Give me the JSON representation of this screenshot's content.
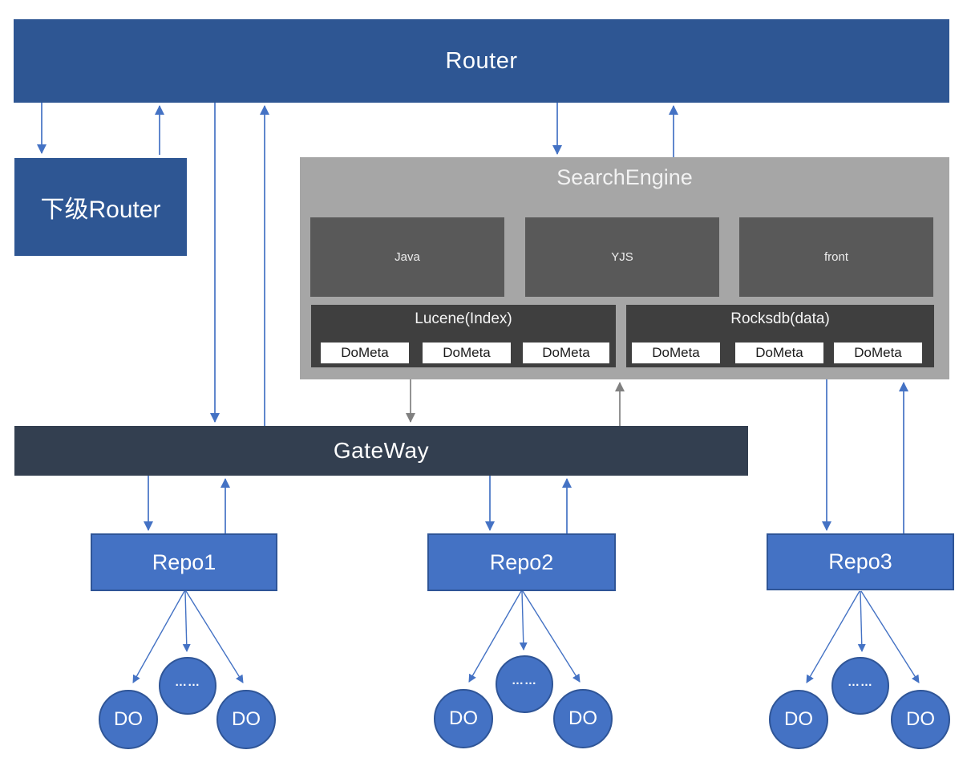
{
  "diagram": {
    "router": {
      "label": "Router"
    },
    "sub_router": {
      "label": "下级Router"
    },
    "search_engine": {
      "title": "SearchEngine",
      "modules": [
        {
          "label": "Java"
        },
        {
          "label": "YJS"
        },
        {
          "label": "front"
        }
      ],
      "stores": [
        {
          "title": "Lucene(Index)",
          "items": [
            "DoMeta",
            "DoMeta",
            "DoMeta"
          ]
        },
        {
          "title": "Rocksdb(data)",
          "items": [
            "DoMeta",
            "DoMeta",
            "DoMeta"
          ]
        }
      ]
    },
    "gateway": {
      "label": "GateWay"
    },
    "repos": [
      {
        "label": "Repo1",
        "nodes": [
          "DO",
          "……",
          "DO"
        ]
      },
      {
        "label": "Repo2",
        "nodes": [
          "DO",
          "……",
          "DO"
        ]
      },
      {
        "label": "Repo3",
        "nodes": [
          "DO",
          "……",
          "DO"
        ]
      }
    ],
    "colors": {
      "router_blue": "#2E5693",
      "repo_blue": "#4472C4",
      "repo_border": "#2F5597",
      "gateway_navy": "#333F50",
      "container_gray": "#A6A6A6",
      "module_gray": "#595959",
      "store_dark": "#3F3F3F",
      "arrow_blue": "#4472C4",
      "arrow_gray": "#808080"
    }
  }
}
